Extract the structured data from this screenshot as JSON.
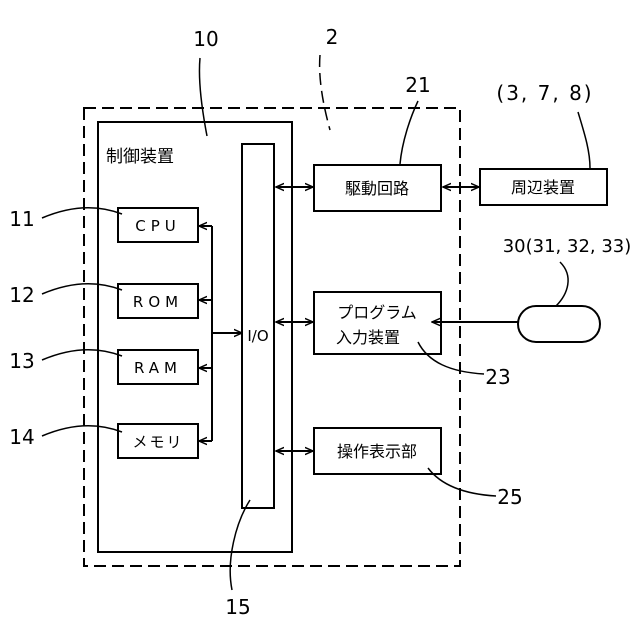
{
  "labels": {
    "ref_10": "10",
    "ref_2": "2",
    "ref_21": "21",
    "ref_3_7_8": "(3, 7, 8)",
    "ref_11": "11",
    "ref_12": "12",
    "ref_13": "13",
    "ref_14": "14",
    "ref_15": "15",
    "ref_23": "23",
    "ref_25": "25",
    "ref_30": "30(31, 32, 33)"
  },
  "blocks": {
    "controller": "制御装置",
    "cpu": "CPU",
    "rom": "ROM",
    "ram": "RAM",
    "memory": "メモリ",
    "io": "I/O",
    "drive_circuit": "駆動回路",
    "peripheral": "周辺装置",
    "program_input_line1": "プログラム",
    "program_input_line2": "入力装置",
    "operation_display": "操作表示部"
  }
}
